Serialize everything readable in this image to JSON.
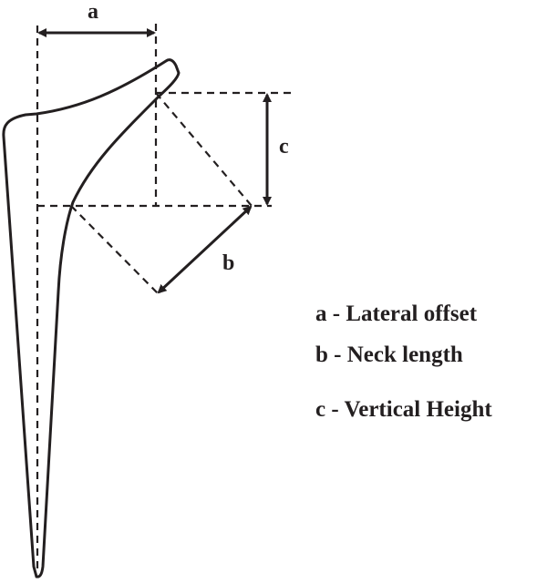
{
  "diagram": {
    "dimension_labels": {
      "a": "a",
      "b": "b",
      "c": "c"
    },
    "legend": [
      "a - Lateral offset",
      "b - Neck length",
      "c - Vertical Height"
    ]
  }
}
